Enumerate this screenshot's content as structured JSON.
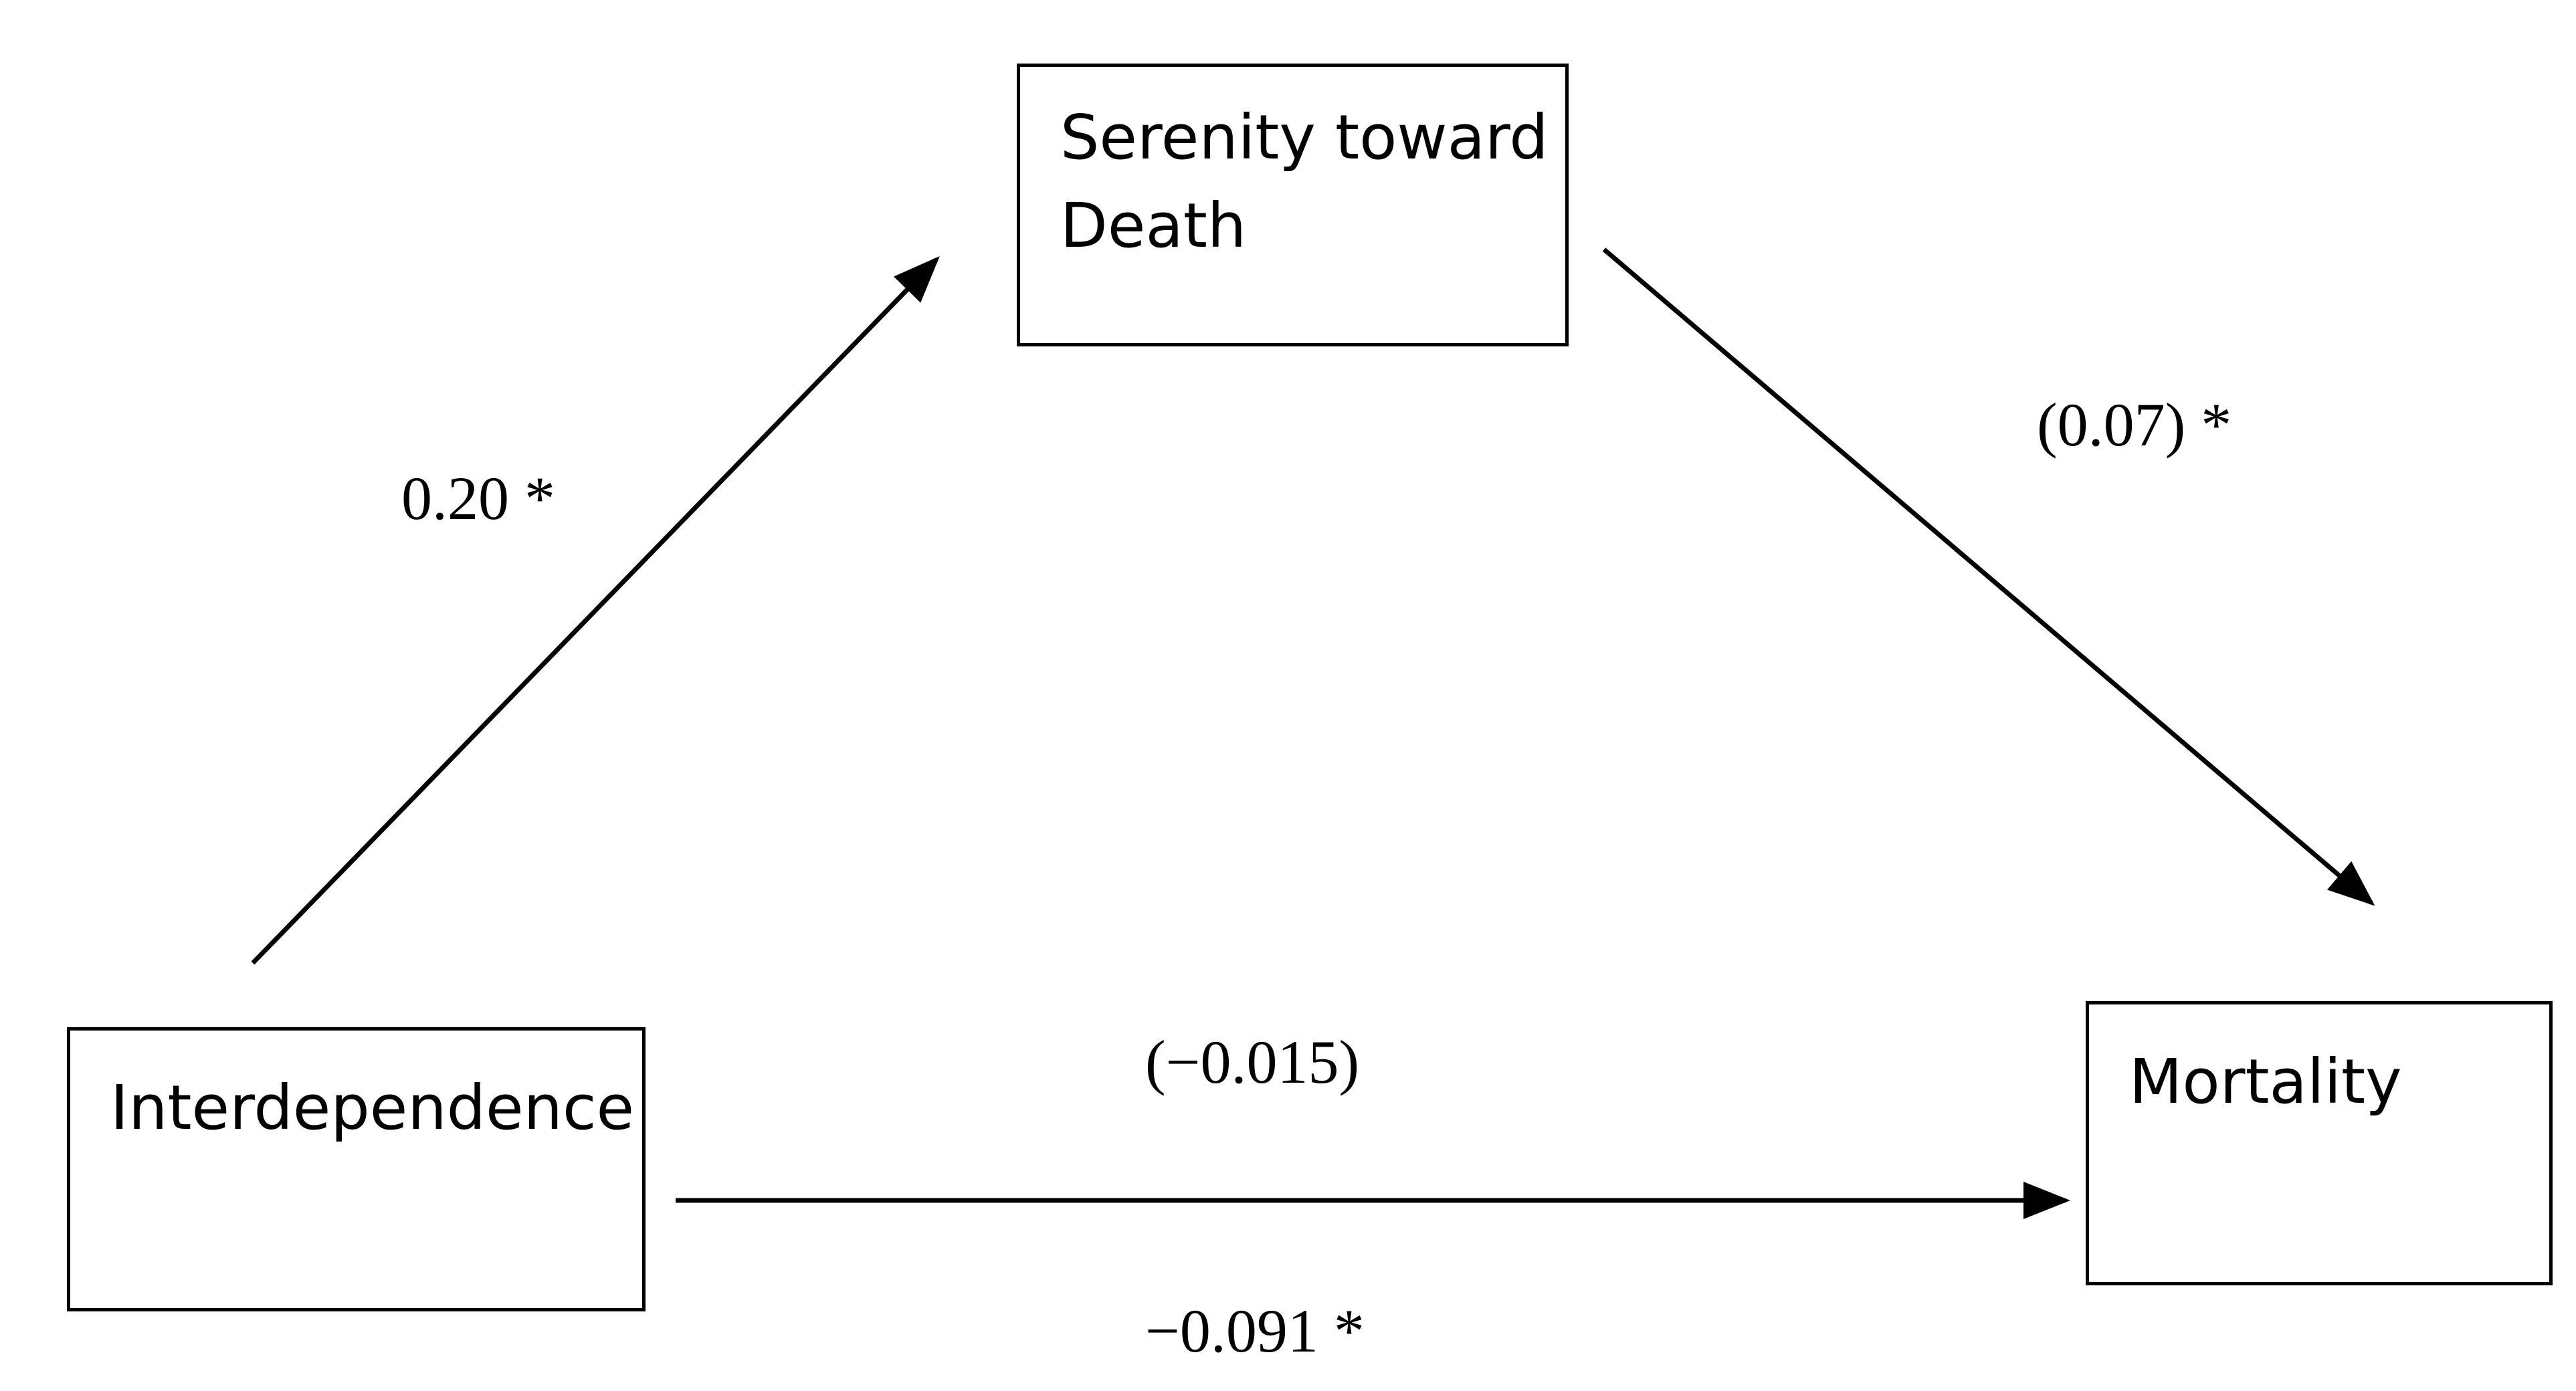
{
  "diagram": {
    "nodes": {
      "mediator": "Serenity toward Death",
      "predictor": "Interdependence",
      "outcome": "Mortality"
    },
    "paths": {
      "a": "0.20 *",
      "b": "(0.07) *",
      "c_prime": "(−0.015)",
      "c": "−0.091 *"
    },
    "colors": {
      "stroke": "#000000",
      "background": "#ffffff"
    }
  }
}
